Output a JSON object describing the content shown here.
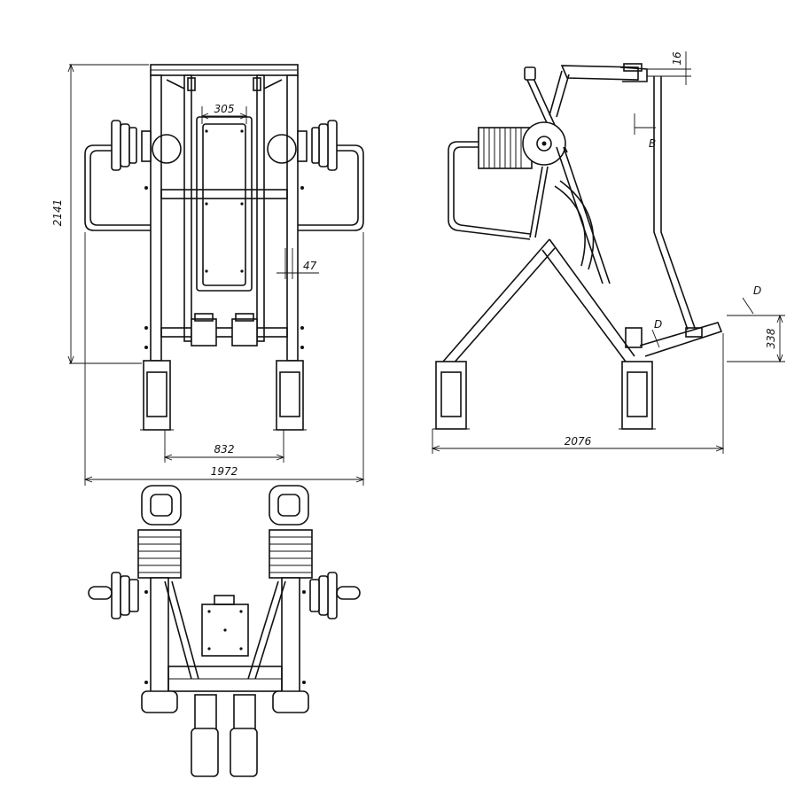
{
  "dimensions": {
    "height": "2141",
    "center_width": "305",
    "offset": "47",
    "inner_width": "832",
    "overall_width": "1972",
    "side_length": "2076",
    "top_offset": "16",
    "foot_height": "338"
  },
  "section_marks": {
    "b": "B",
    "d1": "D",
    "d2": "D"
  }
}
